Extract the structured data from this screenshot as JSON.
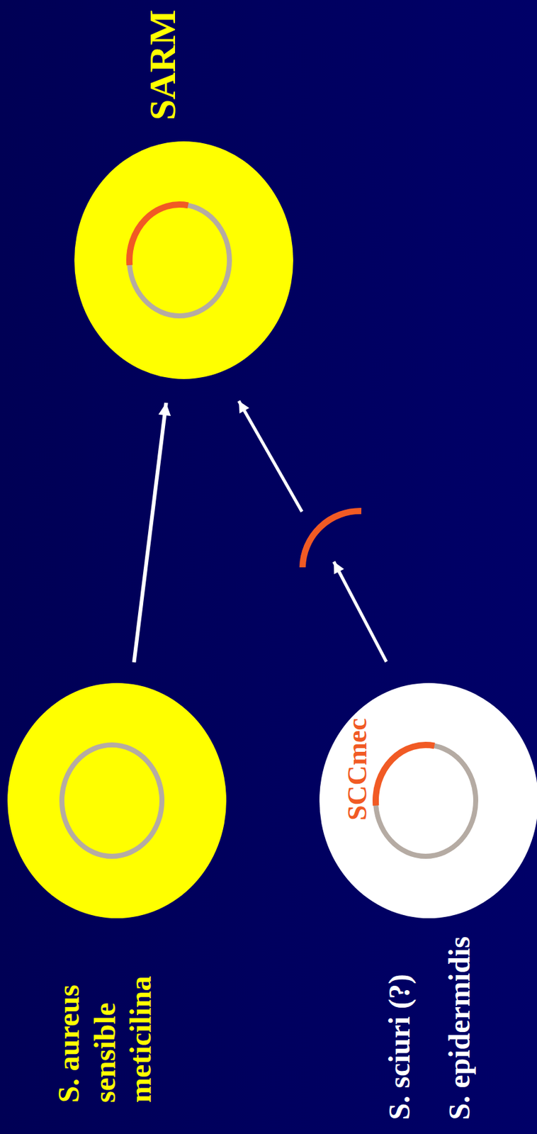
{
  "diagram": {
    "nodes": [
      {
        "text": [
          "S. aureus sensible meticilina"
        ]
      },
      {
        "text": [
          "S. sciuri (?)",
          "S. epidermidis"
        ]
      },
      {
        "text": [
          "SARM"
        ]
      }
    ],
    "edges": [
      {
        "from": 0,
        "to": 2,
        "arrow": "to"
      }
    ],
    "labels": [
      "SCCmec"
    ]
  }
}
